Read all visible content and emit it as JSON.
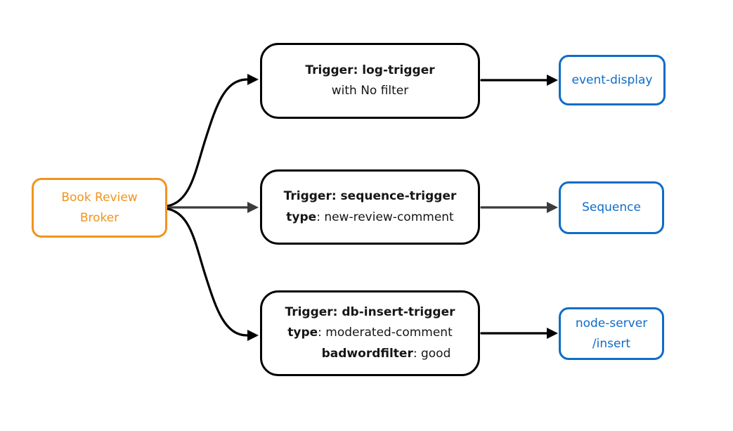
{
  "colors": {
    "broker_accent": "#F0941E",
    "sink_accent": "#0E6CC8",
    "edge_black": "#000000",
    "edge_gray": "#3B3B3B"
  },
  "nodes": {
    "broker": {
      "line1": "Book Review",
      "line2": "Broker"
    },
    "trigger_log": {
      "title": "Trigger: log-trigger",
      "subtitle": "with No filter"
    },
    "trigger_sequence": {
      "title": "Trigger: sequence-trigger",
      "attr_key": "type",
      "attr_value": ": new-review-comment"
    },
    "trigger_db_insert": {
      "title": "Trigger: db-insert-trigger",
      "attr1_key": "type",
      "attr1_value": ": moderated-comment",
      "attr2_key": "badwordfilter",
      "attr2_value": ": good"
    },
    "sink_event_display": {
      "label": "event-display"
    },
    "sink_sequence": {
      "label": "Sequence"
    },
    "sink_node_server": {
      "line1": "node-server",
      "line2": "/insert"
    }
  }
}
